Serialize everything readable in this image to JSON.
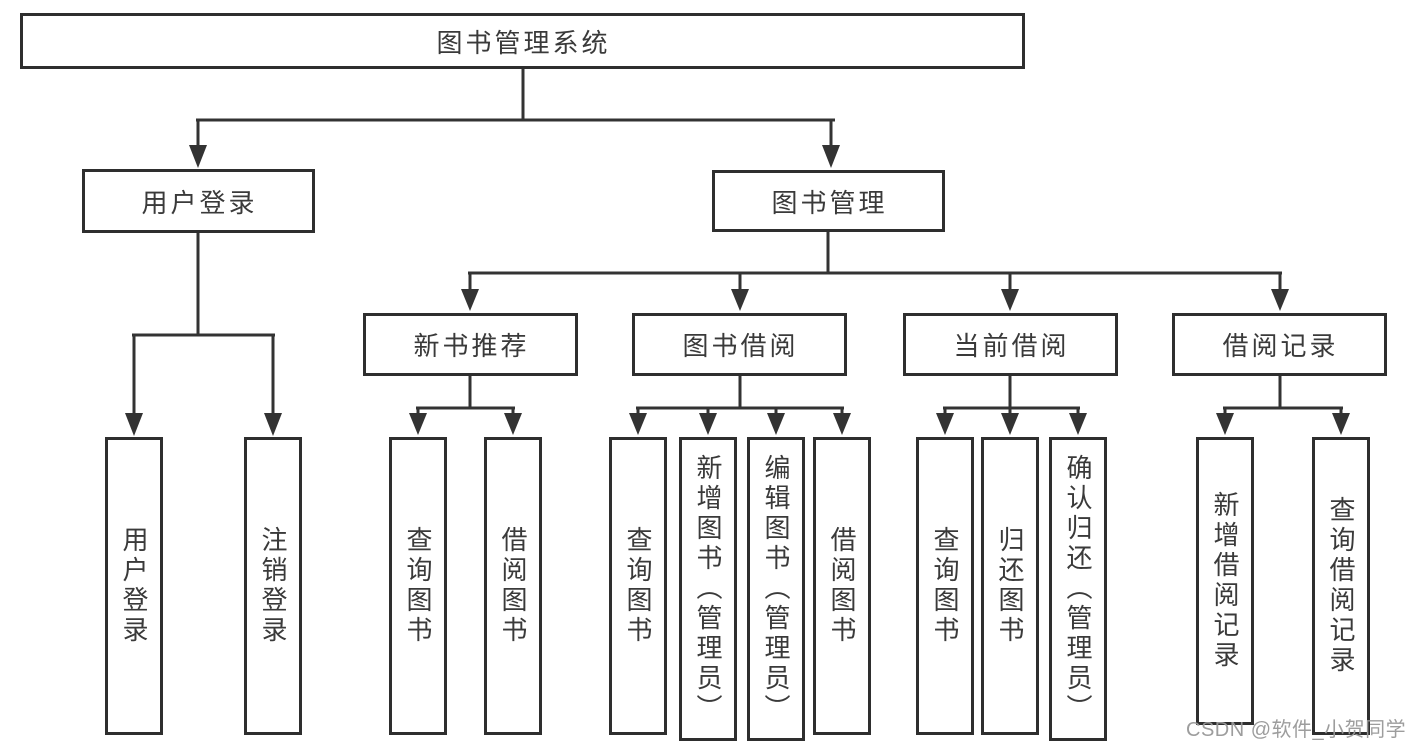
{
  "diagram": {
    "title": "图书管理系统",
    "branches": {
      "user_login": {
        "label": "用户登录",
        "children": [
          "用户登录",
          "注销登录"
        ]
      },
      "book_mgmt": {
        "label": "图书管理",
        "sections": [
          {
            "label": "新书推荐",
            "children": [
              "查询图书",
              "借阅图书"
            ]
          },
          {
            "label": "图书借阅",
            "children": [
              "查询图书",
              "新增图书（管理员）",
              "编辑图书（管理员）",
              "借阅图书"
            ]
          },
          {
            "label": "当前借阅",
            "children": [
              "查询图书",
              "归还图书",
              "确认归还（管理员）"
            ]
          },
          {
            "label": "借阅记录",
            "children": [
              "新增借阅记录",
              "查询借阅记录"
            ]
          }
        ]
      }
    }
  },
  "watermark": "CSDN @软件_小贺同学",
  "colors": {
    "line": "#333333",
    "box_border": "#2e2e2e",
    "text": "#3a3a3a",
    "watermark": "#989898",
    "background": "#ffffff"
  }
}
